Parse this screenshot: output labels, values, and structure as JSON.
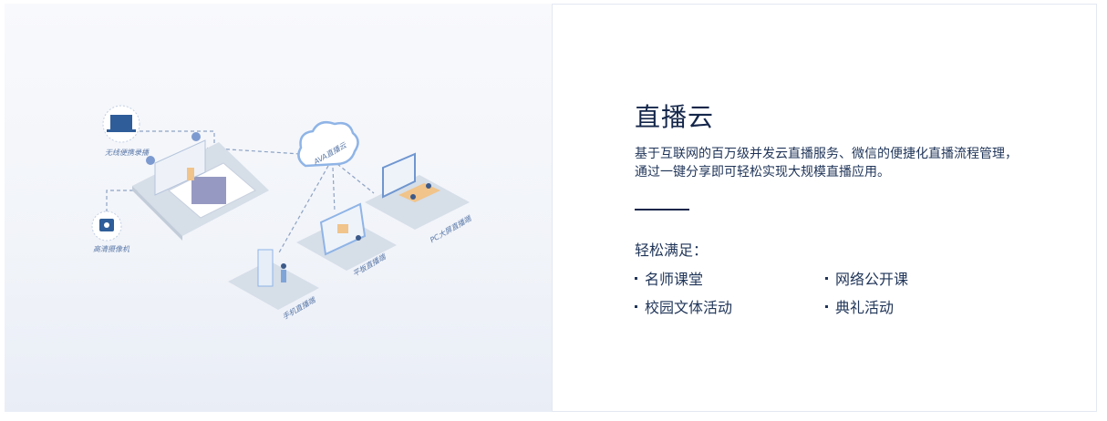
{
  "illustration": {
    "cloud_label": "AVA直播云",
    "recorder_label": "无线便携录播",
    "camera_label": "高清摄像机",
    "endpoints": [
      "手机直播端",
      "平板直播端",
      "PC大屏直播端"
    ]
  },
  "content": {
    "title": "直播云",
    "description": "基于互联网的百万级并发云直播服务、微信的便捷化直播流程管理，通过一键分享即可轻松实现大规模直播应用。",
    "subtitle": "轻松满足：",
    "features": [
      "名师课堂",
      "网络公开课",
      "校园文体活动",
      "典礼活动"
    ]
  },
  "colors": {
    "title": "#14264a",
    "accent": "#4a78c0"
  }
}
